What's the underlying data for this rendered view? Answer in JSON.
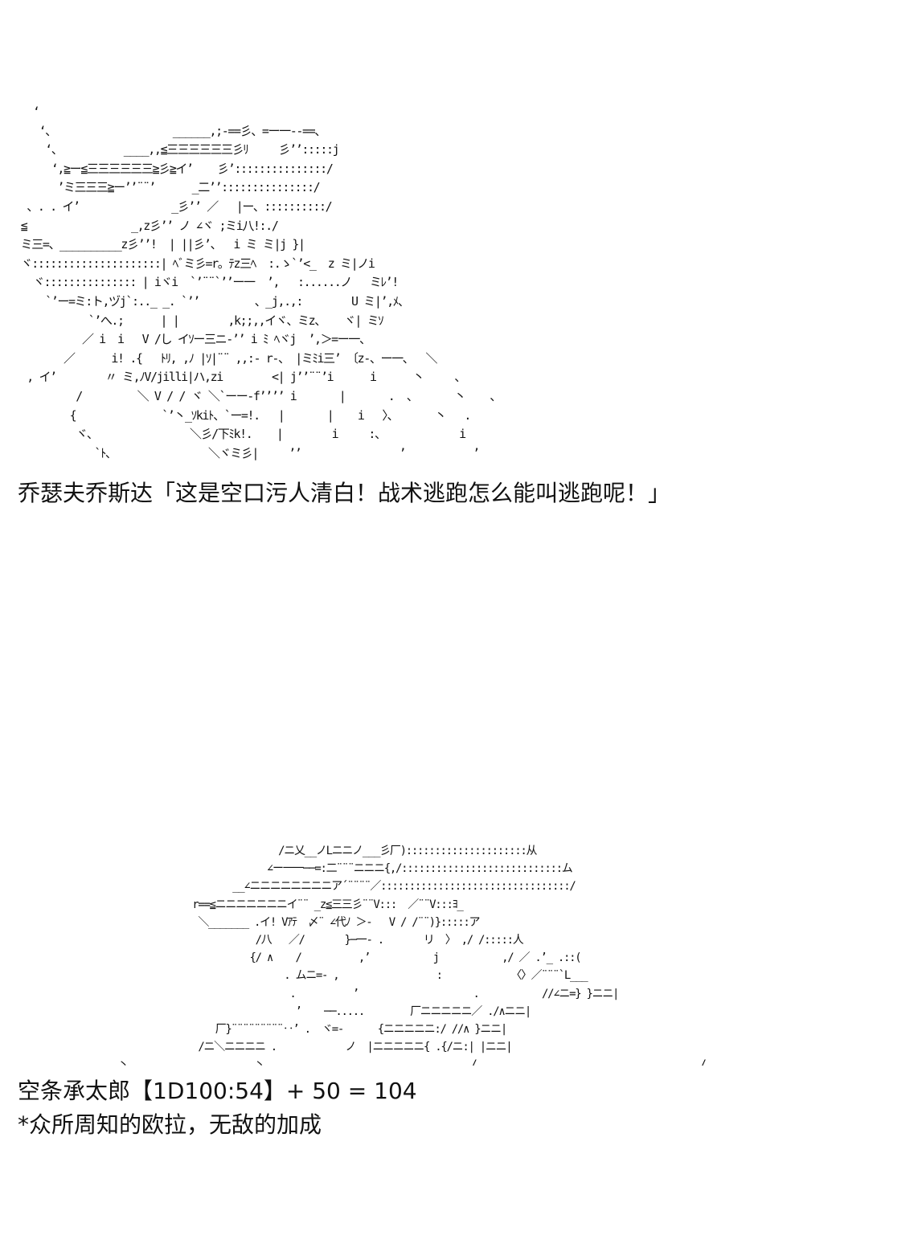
{
  "scene_1": {
    "ascii_art": "   ‘\n    ‘、                   ______,;-==彡、=ー一--==、\n     ‘、          ____,,≦三三三三三三彡ﾘ     彡’’:::::j\n      ‘,≧ー≦三三三三三三≧彡≧イ’    彡’:::::::::::::::/\n       ’ミ三三三≧ー’’¨¨’      _二’’:::::::::::::::/\n  、. . イ’               _彡’’ ／   |ー、::::::::::/\n ≦                 _,z彡’’ ノ ∠ヾ ;ミi八!:./\n ミ三=、__________z彡’’!  | ||彡’、  i ミ ミ|j }|\n ヾ:::::::::::::::::::::| ﾍﾞミ彡=r。ﾃz三ﾍ  :.ゝ`’<_  z ミ|ノi\n   ヾ::::::::::::::: | iヾi  `’¨¨`’’ー一  ’,   :......ノ   ミﾚ’!\n     `’ー=ミ:ト,ヅj`:.._ _. `’’         、_j,.,:        U ミ|’,ﾒ、\n            `’へ.;      | |        ,k;;,,イヾ、ミz、   ヾ| ミｿ\n           ／ i  i   V /し イｿー三ニ-’’ i ﾐ ﾍヾj  ’,＞=ー一、\n        ／      i! .{   ﾄﾘ, ,ﾉ |ｿ|¨¨ ,,:- r-、 |ミﾐi三’ 〔z-、ー一、  ＼\n  , イ’        〃 ミ,ﾉV/jilli|ハ,zi        <| j’’¨¨’i      i      丶     、\n          /         ＼ V / / ヾ ＼`ーー-f’’’’ i       |       .  、      丶    、\n         {              `’丶_ｿkiﾄ、`ー=!.   |       |    i   〉、      丶   .\n          ヾ、               ＼彡/下ﾐk!.    |        i     :、            i      }\n             `ﾄ、               ＼ヾミ彡|     ’’                ’           ’       /",
    "line": "乔瑟夫乔斯达「这是空口污人清白！战术逃跑怎么能叫逃跑呢！」"
  },
  "scene_2": {
    "ascii_art": "                                /ニ乂__ノLニニノ___彡厂):::::::::::::::::::::从\n                              ∠ー一一──=:二¨¨¨ニニニ{,/::::::::::::::::::::::::::::ム\n                        __∠ニニニニニニニニア´¨¨¨¨／:::::::::::::::::::::::::::::::::/\n                 r==≦ニニニニニニニイ¨¨ _z≦三三彡¨¨V:::  ／¨¨V:::ﾖ_\n                  ＼_______ .イ! Vｱﾃ  〆¨ ∠代ﾉ ＞-   V / /¨¨)}:::::ア\n                            /八   ／/       }─一- .       リ  〉 ,/ /:::::人\n                           {/ ∧    /          ,’           j           ,/ ／ .’_ .::(\n                                 . ムニ=- ,                 :            〈〉／¨¨¨`L___\n                                  .          ’                    .           //∠ニ=} }ニニ|\n                                   ’    ──.....        厂ニニニニニ／ ./∧ニニ|\n                     厂}¨¨¨¨¨¨¨¨¨‥’ .  ヾ=-      {ニニニニニ:/ //∧ }ニニ|\n                  /ニ＼ニニニニ .            ノ  |ニニニニニ{ .{/ニ:| |ニニ|\n    丶                      丶                                    /                                       /",
    "line_1": "空条承太郎【1D100:54】+ 50 = 104",
    "line_2": "*众所周知的欧拉，无敌的加成"
  }
}
